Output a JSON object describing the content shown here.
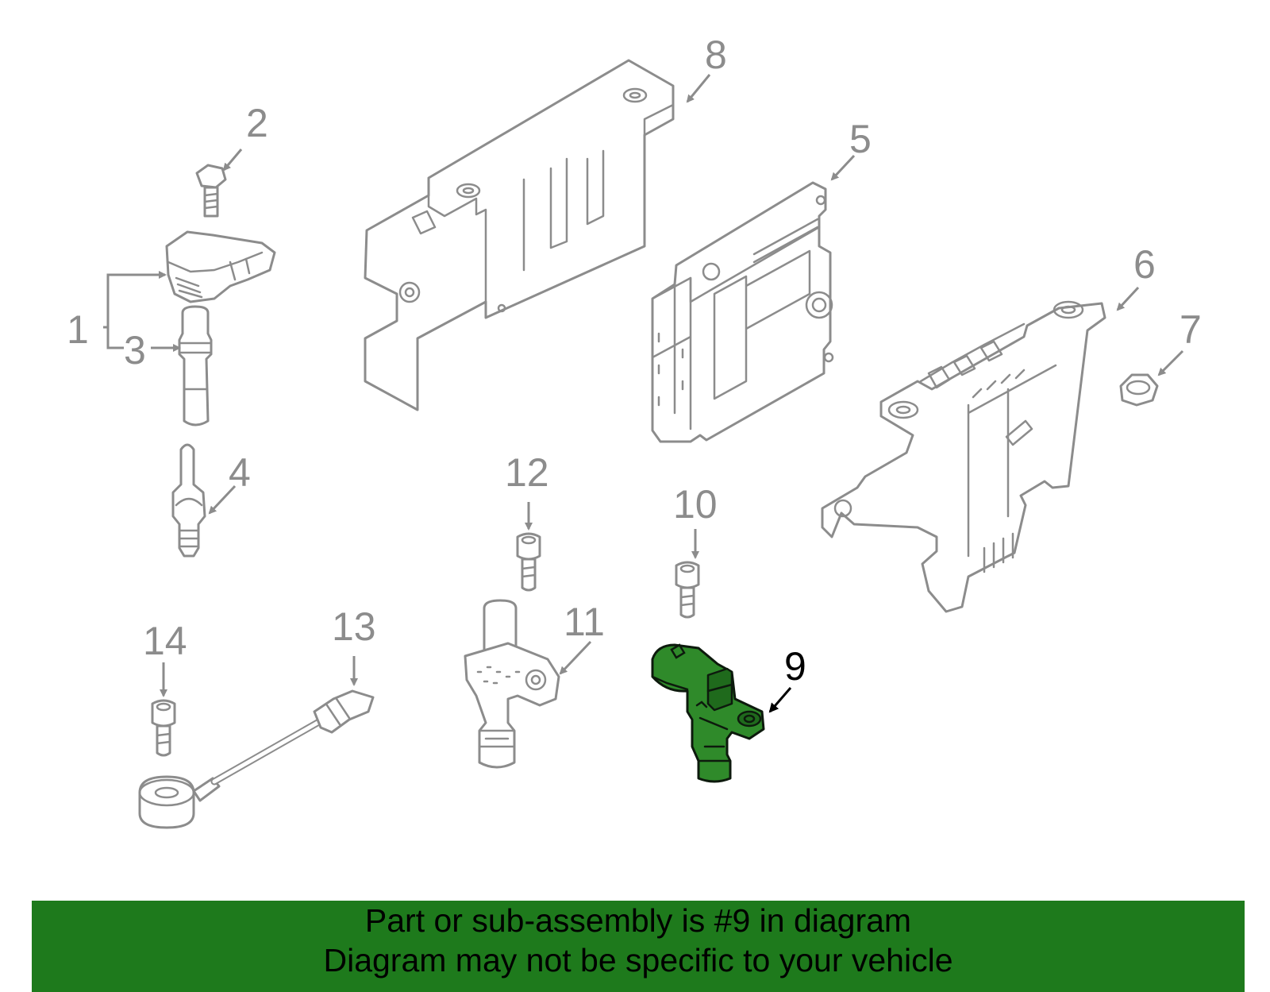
{
  "callouts": {
    "c1": "1",
    "c2": "2",
    "c3": "3",
    "c4": "4",
    "c5": "5",
    "c6": "6",
    "c7": "7",
    "c8": "8",
    "c9": "9",
    "c10": "10",
    "c11": "11",
    "c12": "12",
    "c13": "13",
    "c14": "14"
  },
  "banner": {
    "line1": "Part or sub-assembly is #9 in diagram",
    "line2": "Diagram may not be specific to your vehicle"
  },
  "colors": {
    "banner_bg": "#1e7a1c",
    "highlight_part": "#2f8a2a",
    "line_gray": "#8c8c8c"
  }
}
